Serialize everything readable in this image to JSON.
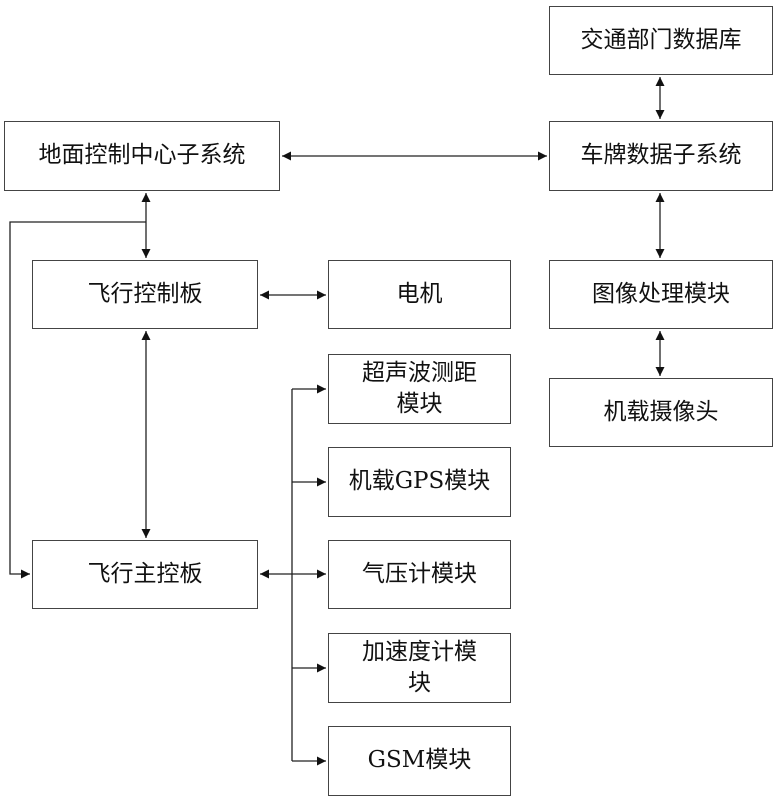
{
  "boxes": {
    "traffic_db": "交通部门数据库",
    "ground_control": "地面控制中心子系统",
    "plate_db": "车牌数据子系统",
    "flight_control_board": "飞行控制板",
    "motor": "电机",
    "image_processing": "图像处理模块",
    "onboard_camera": "机载摄像头",
    "ultrasonic_line1": "超声波测距",
    "ultrasonic_line2": "模块",
    "gps": "机载GPS模块",
    "flight_main_board": "飞行主控板",
    "barometer": "气压计模块",
    "accel_line1": "加速度计模",
    "accel_line2": "块",
    "gsm": "GSM模块"
  }
}
